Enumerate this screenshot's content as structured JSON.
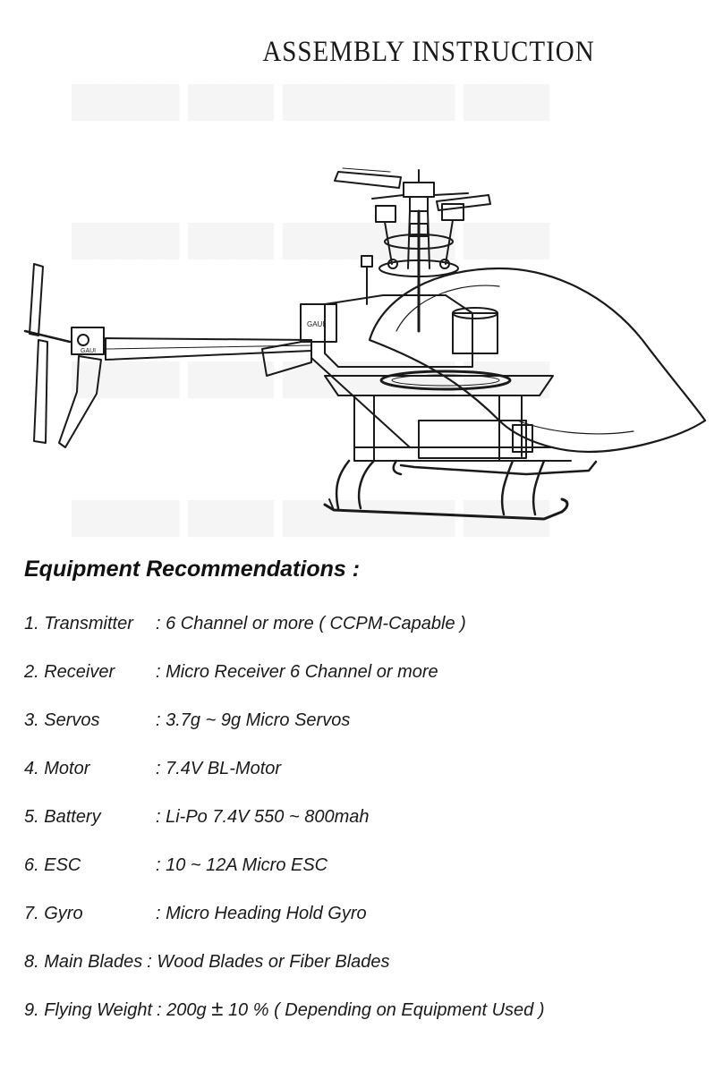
{
  "document": {
    "title": "ASSEMBLY INSTRUCTION"
  },
  "equipment": {
    "heading": "Equipment  Recommendations :",
    "items": [
      {
        "label": "1. Transmitter",
        "value": ": 6 Channel or more ( CCPM-Capable )"
      },
      {
        "label": "2. Receiver",
        "value": ": Micro Receiver 6 Channel or more"
      },
      {
        "label": "3. Servos",
        "value": ": 3.7g ~ 9g Micro Servos"
      },
      {
        "label": "4. Motor",
        "value": ": 7.4V BL-Motor"
      },
      {
        "label": "5. Battery",
        "value": ": Li-Po 7.4V 550 ~ 800mah"
      },
      {
        "label": "6. ESC",
        "value": ": 10 ~ 12A Micro ESC"
      },
      {
        "label": "7. Gyro",
        "value": ": Micro Heading Hold Gyro"
      },
      {
        "label": "8. Main Blades",
        "value": ": Wood Blades  or Fiber Blades"
      },
      {
        "label": "9. Flying Weight",
        "value_before": ": 200g",
        "symbol": "±",
        "value_after": "10 % ( Depending on Equipment Used )"
      }
    ]
  },
  "illustration": {
    "icon": "helicopter-line-drawing"
  }
}
